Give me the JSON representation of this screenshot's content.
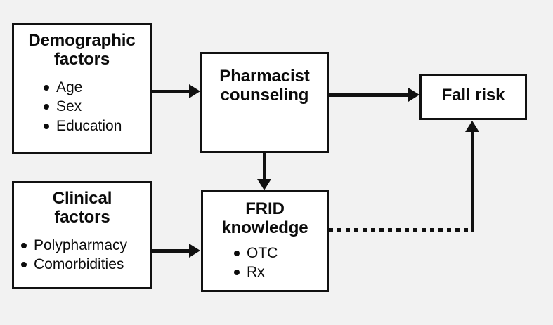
{
  "figure": {
    "background_color": "#f2f2f2",
    "line_color": "#111111",
    "box_fill": "#ffffff"
  },
  "boxes": {
    "demographic": {
      "title": "Demographic\nfactors",
      "bullets": [
        "Age",
        "Sex",
        "Education"
      ]
    },
    "clinical": {
      "title": "Clinical\nfactors",
      "bullets": [
        "Polypharmacy",
        "Comorbidities"
      ]
    },
    "pharmacist": {
      "title": "Pharmacist\ncounseling",
      "bullets": []
    },
    "frid": {
      "title": "FRID\nknowledge",
      "bullets": [
        "OTC",
        "Rx"
      ]
    },
    "fallrisk": {
      "title": "Fall risk",
      "bullets": []
    }
  },
  "connectors": [
    {
      "id": "demographic-to-pharmacist",
      "from": "demographic",
      "to": "pharmacist",
      "style": "solid",
      "direction": "right"
    },
    {
      "id": "clinical-to-frid",
      "from": "clinical",
      "to": "frid",
      "style": "solid",
      "direction": "right"
    },
    {
      "id": "pharmacist-to-frid",
      "from": "pharmacist",
      "to": "frid",
      "style": "solid",
      "direction": "down"
    },
    {
      "id": "pharmacist-to-fallrisk",
      "from": "pharmacist",
      "to": "fallrisk",
      "style": "solid",
      "direction": "right"
    },
    {
      "id": "frid-to-fallrisk",
      "from": "frid",
      "to": "fallrisk",
      "style": "dotted",
      "direction": "up"
    }
  ]
}
